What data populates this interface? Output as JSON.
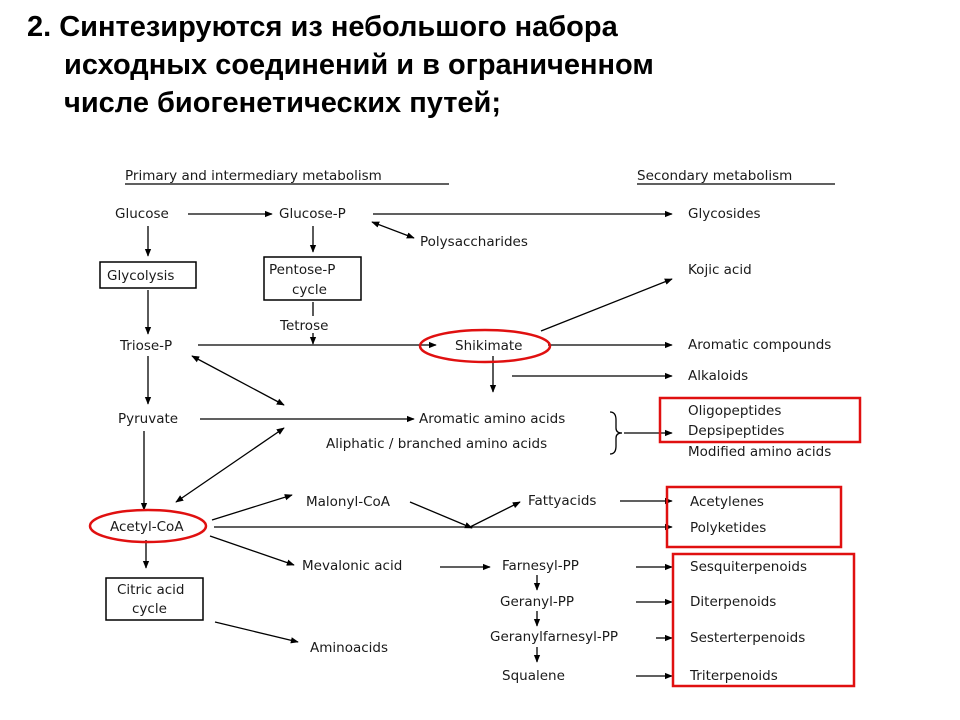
{
  "heading": {
    "line1": "2. Синтезируются из небольшого набора",
    "line2": "исходных соединений и в ограниченном",
    "line3": "числе биогенетических путей;"
  },
  "diagram": {
    "header_primary": "Primary and intermediary metabolism",
    "header_secondary": "Secondary metabolism",
    "primary": {
      "glucose": "Glucose",
      "glycolysis": "Glycolysis",
      "triose_p": "Triose-P",
      "pyruvate": "Pyruvate",
      "acetyl_coa": "Acetyl-CoA",
      "citric_acid_cycle_1": "Citric acid",
      "citric_acid_cycle_2": "cycle"
    },
    "intermediary": {
      "glucose_p": "Glucose-P",
      "pentose_p_cycle_1": "Pentose-P",
      "pentose_p_cycle_2": "cycle",
      "tetrose": "Tetrose",
      "polysaccharides": "Polysaccharides",
      "shikimate": "Shikimate",
      "aromatic_amino_acids": "Aromatic amino acids",
      "aliphatic_amino_acids": "Aliphatic / branched amino acids",
      "malonyl_coa": "Malonyl-CoA",
      "fatty_acids": "Fattyacids",
      "mevalonic_acid": "Mevalonic acid",
      "aminoacids": "Aminoacids",
      "farnesyl_pp": "Farnesyl-PP",
      "geranyl_pp": "Geranyl-PP",
      "geranylfarnesyl_pp": "Geranylfarnesyl-PP",
      "squalene": "Squalene"
    },
    "secondary": {
      "glycosides": "Glycosides",
      "kojic_acid": "Kojic acid",
      "aromatic_compounds": "Aromatic compounds",
      "alkaloids": "Alkaloids",
      "oligopeptides": "Oligopeptides",
      "depsipeptides": "Depsipeptides",
      "modified_amino_acids": "Modified amino acids",
      "acetylenes": "Acetylenes",
      "polyketides": "Polyketides",
      "sesquiterpenoids": "Sesquiterpenoids",
      "diterpenoids": "Diterpenoids",
      "sesterterpenoids": "Sesterterpenoids",
      "triterpenoids": "Triterpenoids"
    },
    "colors": {
      "highlight": "#e01010",
      "line": "#000000",
      "text": "#1a1a1a"
    }
  }
}
